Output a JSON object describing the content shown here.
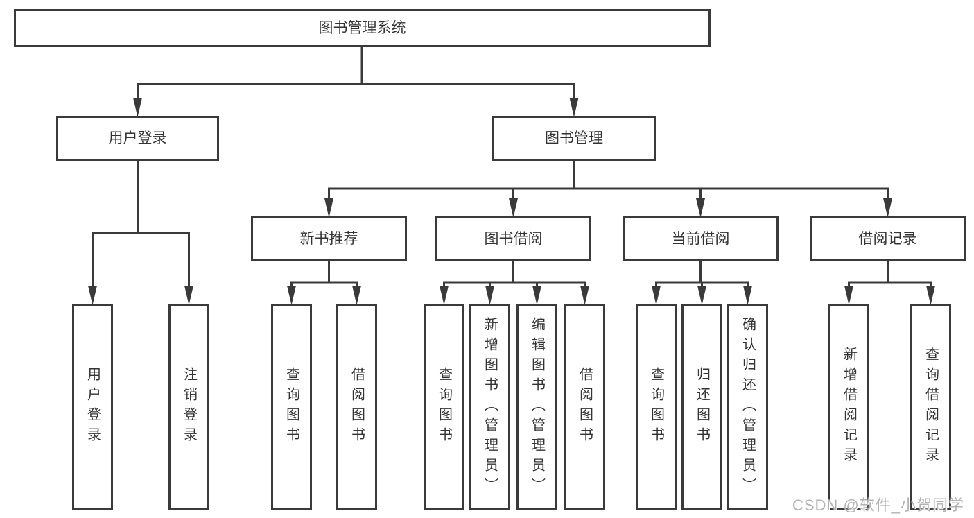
{
  "tree": {
    "root": "图书管理系统",
    "level2": [
      "用户登录",
      "图书管理"
    ],
    "level3": [
      "新书推荐",
      "图书借阅",
      "当前借阅",
      "借阅记录"
    ],
    "leaves": [
      [
        "用户登录",
        "注销登录"
      ],
      [
        "查询图书",
        "借阅图书"
      ],
      [
        "查询图书",
        "新增图书（管理员）",
        "编辑图书（管理员）",
        "借阅图书"
      ],
      [
        "查询图书",
        "归还图书",
        "确认归还（管理员）"
      ],
      [
        "新增借阅记录",
        "查询借阅记录"
      ]
    ]
  },
  "watermark": "CSDN @软件_小贺同学",
  "colors": {
    "line": "#3a3a3a",
    "text": "#333333",
    "watermark": "#b3b3b3",
    "background": "#ffffff"
  }
}
